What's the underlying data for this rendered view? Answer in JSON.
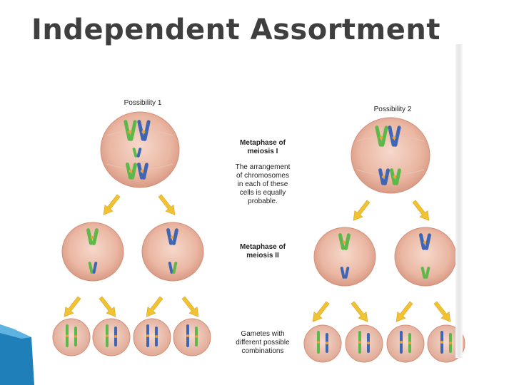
{
  "slide": {
    "title": "Independent Assortment"
  },
  "diagram": {
    "possibility1_label": "Possibility 1",
    "possibility2_label": "Possibility 2",
    "metaphase1_title_line1": "Metaphase of",
    "metaphase1_title_line2": "meiosis I",
    "arrangement_line1": "The arrangement",
    "arrangement_line2": "of chromosomes",
    "arrangement_line3": "in each of these",
    "arrangement_line4": "cells is equally",
    "arrangement_line5": "probable.",
    "metaphase2_title_line1": "Metaphase of",
    "metaphase2_title_line2": "meiosis II",
    "gametes_line1": "Gametes with",
    "gametes_line2": "different possible",
    "gametes_line3": "combinations"
  },
  "colors": {
    "cell_fill": "#eab7a3",
    "cell_edge": "#d48f78",
    "chrom_green": "#5db84a",
    "chrom_blue": "#3f66b5",
    "centromere": "#e9a33a",
    "arrow": "#f1c232",
    "corner_accent": "#1f7fb8"
  }
}
